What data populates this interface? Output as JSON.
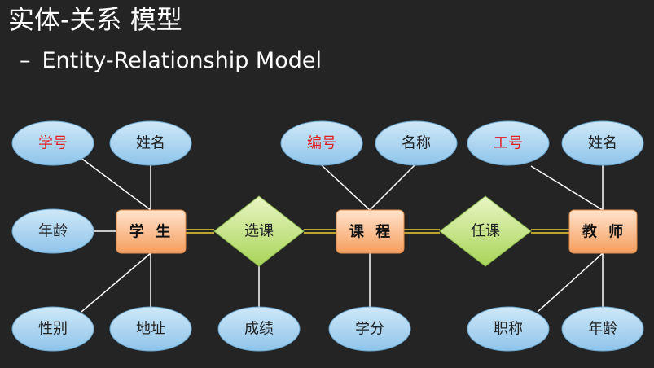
{
  "slide": {
    "title": "实体-关系 模型",
    "subtitle_bullet": "–",
    "subtitle": "Entity-Relationship Model"
  },
  "colors": {
    "background": "#242424",
    "key_attribute_text": "#e02020",
    "attribute_text": "#222222",
    "entity_fill": "#f8b07a",
    "relationship_fill": "#bfe07a",
    "attribute_fill": "#a9d3ef",
    "relationship_link": "#e8d030"
  },
  "diagram": {
    "entities": {
      "student": "学 生",
      "course": "课 程",
      "teacher": "教 师"
    },
    "relationships": {
      "enroll": "选课",
      "teach": "任课"
    },
    "attributes": {
      "student_id": "学号",
      "student_name": "姓名",
      "student_age": "年龄",
      "student_gender": "性别",
      "student_address": "地址",
      "enroll_grade": "成绩",
      "course_id": "编号",
      "course_name": "名称",
      "course_credit": "学分",
      "teacher_id": "工号",
      "teacher_name": "姓名",
      "teacher_title": "职称",
      "teacher_age": "年龄"
    }
  }
}
